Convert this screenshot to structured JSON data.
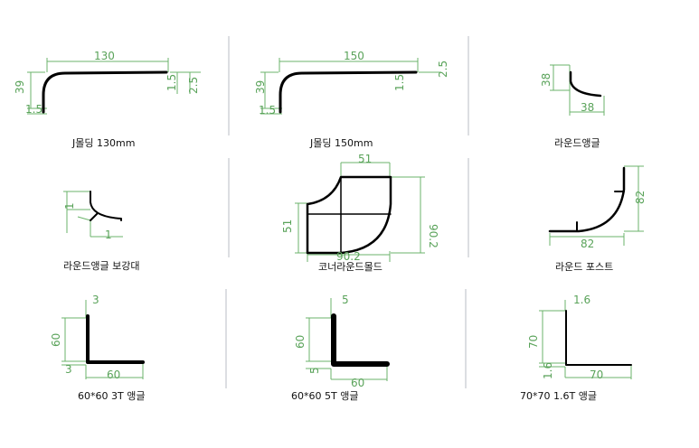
{
  "panels": [
    {
      "caption": "J몰딩  130mm",
      "dims": [
        "130",
        "39",
        "1.5",
        "1.5",
        "2.5"
      ]
    },
    {
      "caption": "J몰딩 150mm",
      "dims": [
        "150",
        "39",
        "1.5",
        "1.5",
        "2.5"
      ]
    },
    {
      "caption": "라운드앵글",
      "dims": [
        "38",
        "38"
      ]
    },
    {
      "caption": "라운드앵글 보강대",
      "dims": [
        "1",
        "1"
      ]
    },
    {
      "caption": "코너라운드몰드",
      "dims": [
        "51",
        "51",
        "90.2",
        "90.2"
      ]
    },
    {
      "caption": "라운드 포스트",
      "dims": [
        "82",
        "82"
      ]
    },
    {
      "caption": "60*60 3T 앵글",
      "dims": [
        "3",
        "60",
        "3",
        "60"
      ]
    },
    {
      "caption": "60*60 5T 앵글",
      "dims": [
        "5",
        "60",
        "5",
        "60"
      ]
    },
    {
      "caption": "70*70 1.6T 앵글",
      "dims": [
        "1.6",
        "70",
        "1.6",
        "70"
      ]
    }
  ],
  "colors": {
    "dimension": "#5aa35a",
    "profile": "#000000",
    "separator": "#b9bec4"
  }
}
